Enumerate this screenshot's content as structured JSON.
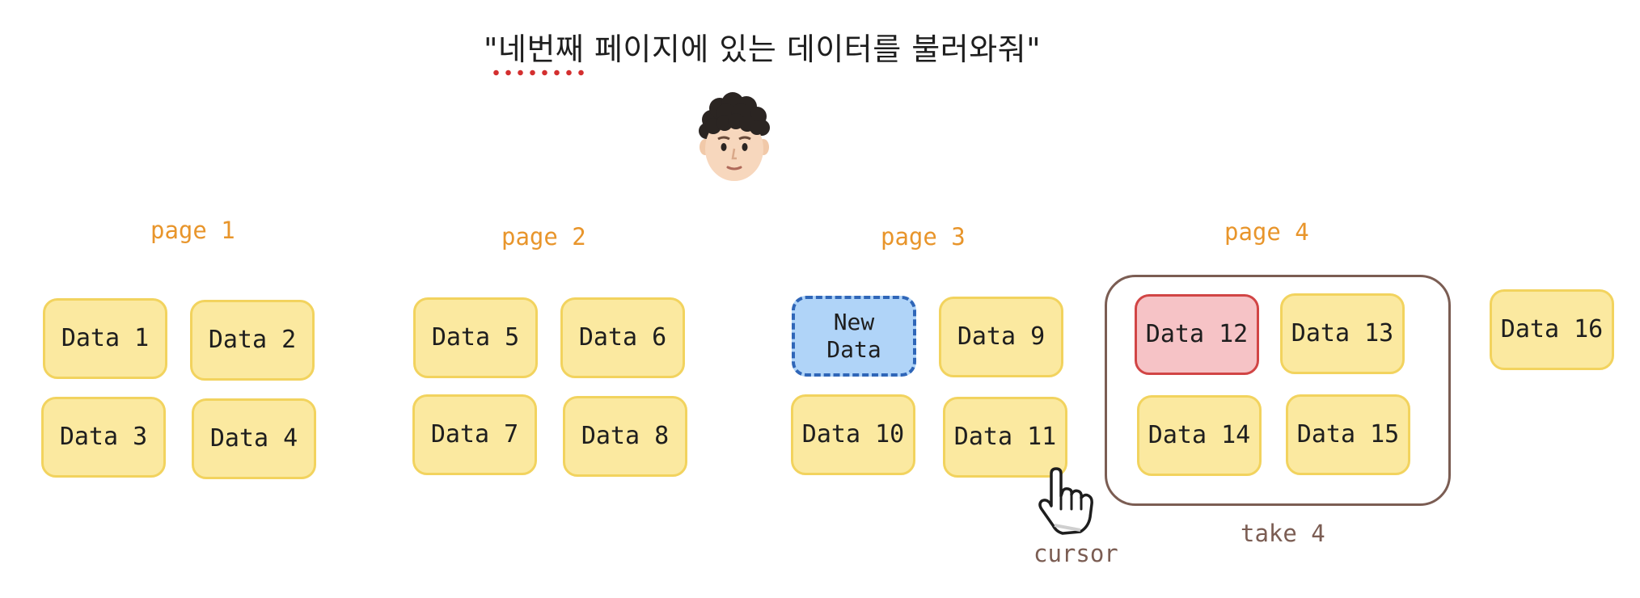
{
  "quote": "\"네번째 페이지에 있는 데이터를 불러와줘\"",
  "pages": [
    {
      "label": "page 1",
      "cards": [
        "Data 1",
        "Data 2",
        "Data 3",
        "Data 4"
      ]
    },
    {
      "label": "page 2",
      "cards": [
        "Data 5",
        "Data 6",
        "Data 7",
        "Data 8"
      ]
    },
    {
      "label": "page 3",
      "cards": [
        "New\nData",
        "Data 9",
        "Data 10",
        "Data 11"
      ]
    },
    {
      "label": "page 4",
      "cards": [
        "Data 12",
        "Data 13",
        "Data 14",
        "Data 15"
      ]
    }
  ],
  "extra_card": "Data 16",
  "take_label": "take 4",
  "cursor_label": "cursor",
  "icons": {
    "avatar": "person-curly-hair-icon",
    "cursor": "pointing-hand-cursor-icon"
  },
  "colors": {
    "card_fill": "#fbe9a0",
    "card_border": "#f2d35e",
    "new_fill": "#b0d4f8",
    "new_border": "#2f66b8",
    "target_fill": "#f6c3c6",
    "target_border": "#d14545",
    "page_label": "#e8952b",
    "take_box": "#7b5d53",
    "underline": "#d32f2f"
  }
}
